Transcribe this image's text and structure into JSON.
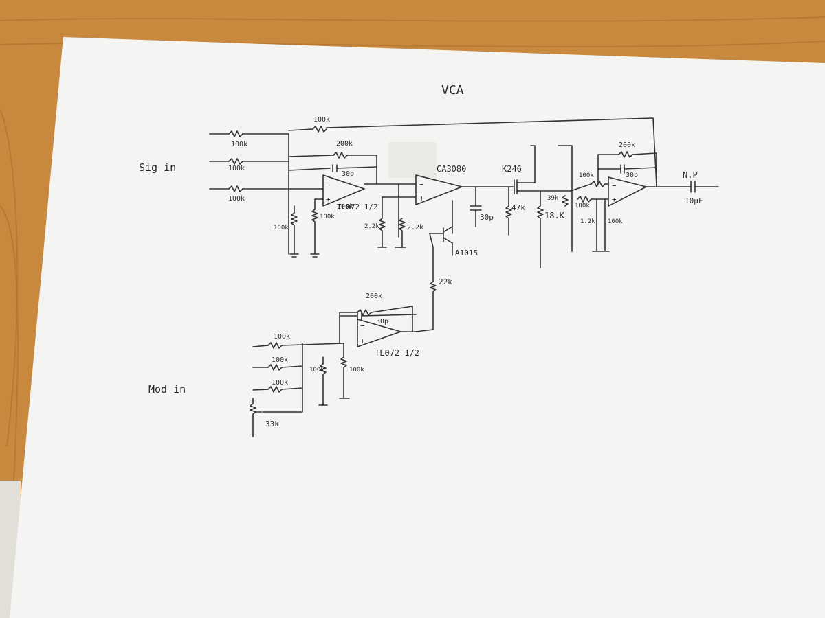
{
  "title": "VCA",
  "labels": {
    "sig_in": "Sig in",
    "mod_in": "Mod in",
    "op": "N.P",
    "cap_out": "10μF"
  },
  "sig_section": {
    "r_in1": "100k",
    "r_in2": "100k",
    "r_in3": "100k",
    "r_top": "100k",
    "r_fb": "200k",
    "c_fb": "30p",
    "r_gnd1": "100k",
    "r_gnd2": "100k",
    "opamp": "TL072 1/2",
    "r_bias1": "2.2k",
    "r_bias2": "2.2k"
  },
  "vca_section": {
    "ic": "CA3080",
    "transistor": "A1015",
    "r_bias": "22k",
    "cap": "30p",
    "r_47k": "47k",
    "jfet": "K246",
    "r_18k": "18.K",
    "r_39k": "39k",
    "r_out_in": "100k",
    "r_out_gnd": "100k",
    "r_1k": "1.2k",
    "r_out_gnd2": "100k",
    "r_fb2": "200k",
    "c_fb2": "30p"
  },
  "mod_section": {
    "r_in1": "100k",
    "r_in2": "100k",
    "r_in3": "100k",
    "pot": "33k",
    "r_fb": "200k",
    "c_fb": "30p",
    "r_gnd1": "100k",
    "r_gnd2": "100k",
    "opamp": "TL072 1/2"
  }
}
